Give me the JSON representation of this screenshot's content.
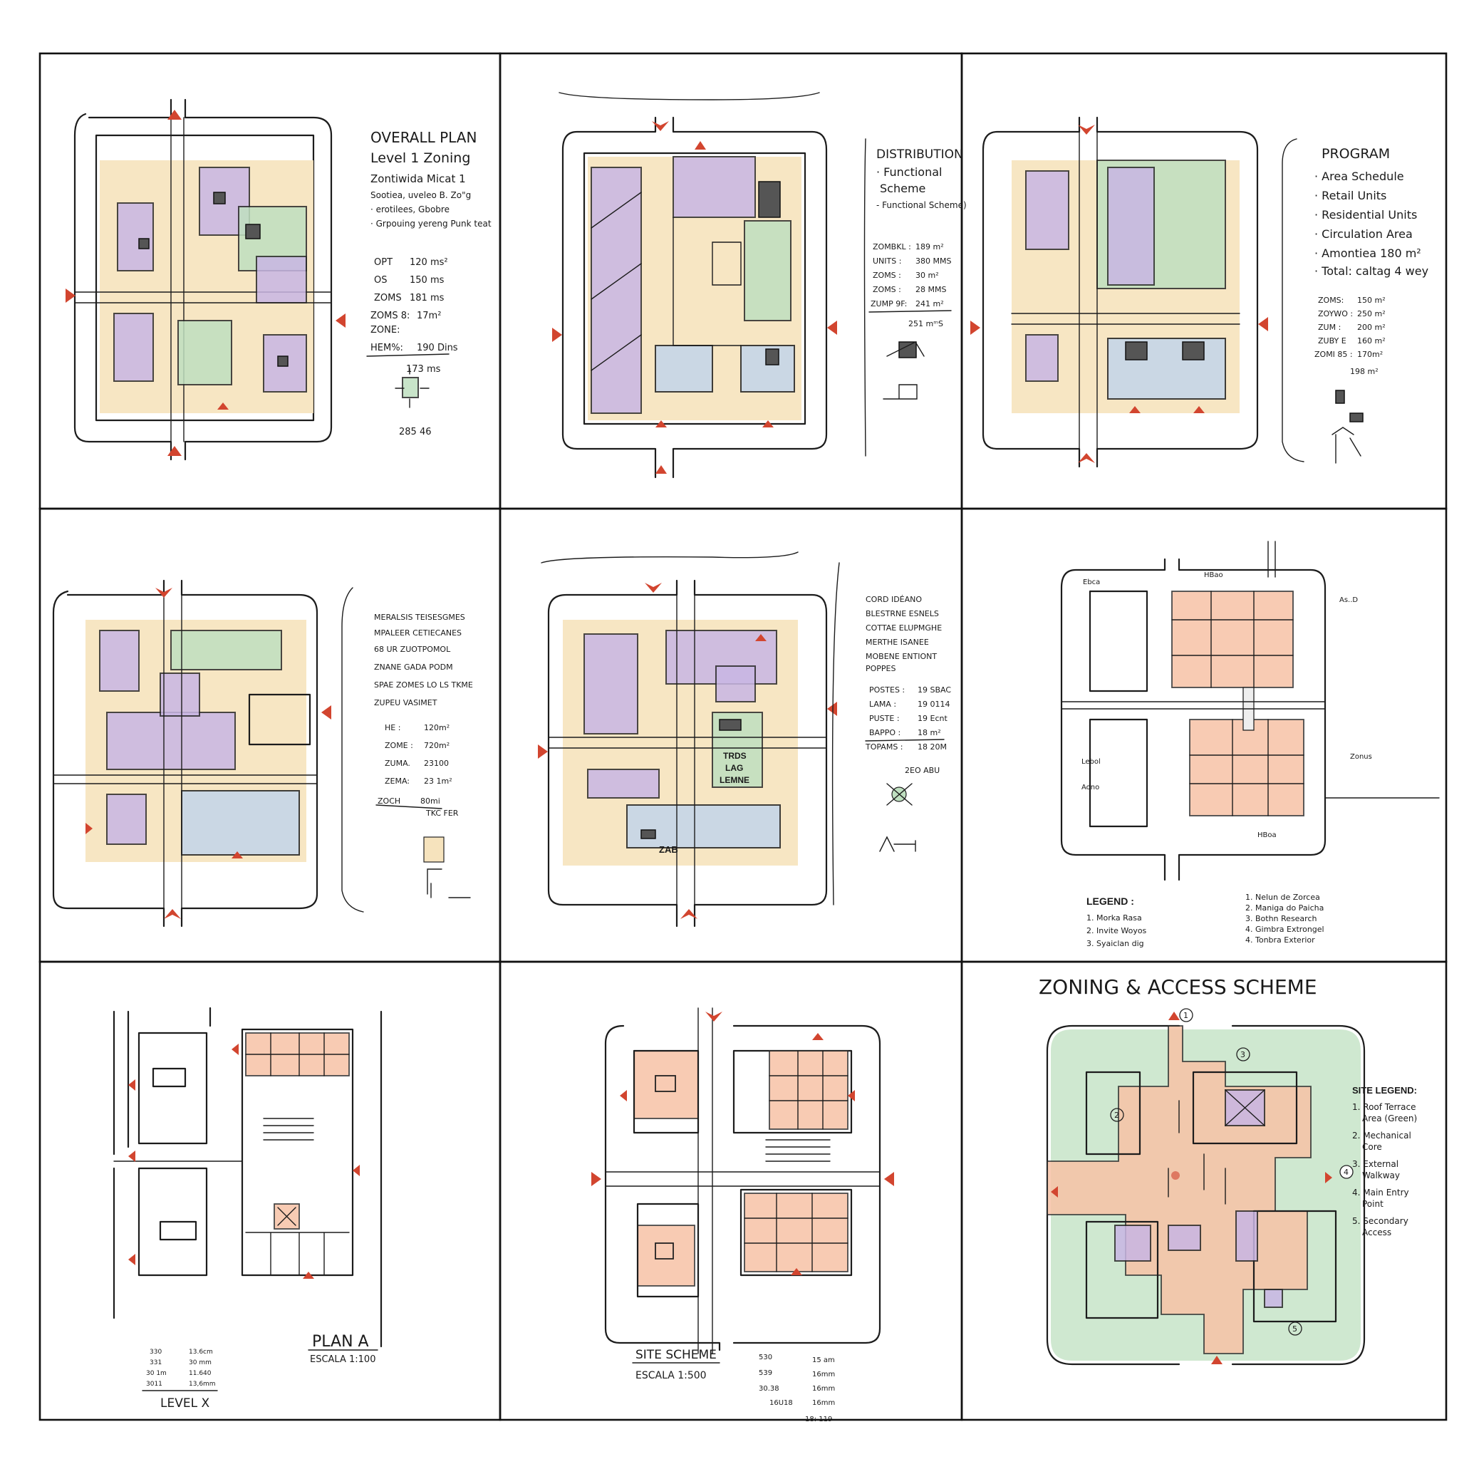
{
  "panels": {
    "p1": {
      "title": "OVERALL PLAN",
      "subtitle": "Level 1 Zoning",
      "notes": [
        "Zontiwida Micat 1",
        "Sootiea, uveleo B. Zo\"g",
        "· erotilees, Gbobre",
        "· Grpouing yereng Punk teat"
      ],
      "areas": [
        {
          "label": "OPT",
          "value": "120 ms²"
        },
        {
          "label": "OS",
          "value": "150 ms"
        },
        {
          "label": "ZOMS",
          "value": "181 ms"
        },
        {
          "label": "ZOMS 8:",
          "value": "17m²"
        },
        {
          "label": "ZONE:",
          "value": ""
        },
        {
          "label": "HEM%:",
          "value": "190 Dins"
        }
      ],
      "total": "173 ms",
      "footer": "285 46"
    },
    "p2": {
      "title": "DISTRIBUTION",
      "subtitle_lines": [
        "· Functional",
        "Scheme",
        "- Functional Scheme)"
      ],
      "areas": [
        {
          "label": "ZOMBKL :",
          "value": "189 m²"
        },
        {
          "label": "UNITS :",
          "value": "380 MMS"
        },
        {
          "label": "ZOMS :",
          "value": "30 m²"
        },
        {
          "label": "ZOMS :",
          "value": "28 MMS"
        },
        {
          "label": "ZUMP 9F:",
          "value": "241 m²"
        }
      ],
      "total": "251 mᵐS"
    },
    "p3": {
      "title": "PROGRAM",
      "items": [
        "· Area Schedule",
        "· Retail Units",
        "· Residential Units",
        "· Circulation Area",
        "· Amontiea 180 m²",
        "· Total: caltag 4 wey"
      ],
      "areas": [
        {
          "label": "ZOMS:",
          "value": "150 m²"
        },
        {
          "label": "ZOYWO :",
          "value": "250 m²"
        },
        {
          "label": "ZUM :",
          "value": "200 m²"
        },
        {
          "label": "ZUBY E",
          "value": "160 m²"
        },
        {
          "label": "ZOMI 85 :",
          "value": "170m²"
        }
      ],
      "total": "198 m²"
    },
    "p4": {
      "notes": [
        "MERALSIS TEISESGMES",
        "MPALEER CETIECANES",
        "68 UR ZUOTPOMOL",
        "ZNANE GADA PODM",
        "SPAE ZOMES LO LS TKME",
        "ZUPEU VASIMET"
      ],
      "areas": [
        {
          "label": "HE :",
          "value": "120m²"
        },
        {
          "label": "ZOME :",
          "value": "720m²"
        },
        {
          "label": "ZUMA.",
          "value": "23100"
        },
        {
          "label": "ZEMA:",
          "value": "23 1m²"
        },
        {
          "label": "ZOCH",
          "value": "80mi"
        }
      ],
      "footer": "TKC FER"
    },
    "p5": {
      "notes": [
        "CORD IDÉANO",
        "BLESTRNE ESNELS",
        "COTTAE ELUPMGHE",
        "MERTHE ISANEE",
        "MOBENE ENTIONT",
        "POPPES"
      ],
      "areas": [
        {
          "label": "POSTES :",
          "value": "19 SBAC"
        },
        {
          "label": "LAMA :",
          "value": "19 0114"
        },
        {
          "label": "PUSTE :",
          "value": "19 Ecnt"
        },
        {
          "label": "BAPPO :",
          "value": "18 m²"
        },
        {
          "label": "TOPAMS :",
          "value": "18 20M"
        }
      ],
      "footer": "2EO ABU",
      "room_label": [
        "TRDS",
        "LAG",
        "LEMNE"
      ],
      "zab_label": "ZAB"
    },
    "p6": {
      "labels": [
        "Ebca",
        "HBao",
        "As..D",
        "Zonus",
        "Lebol",
        "Aono",
        "HBoa"
      ],
      "legend_title": "LEGEND :",
      "legend_left": [
        "1. Morka Rasa",
        "2. Invite Woyos",
        "3. Syaiclan dig"
      ],
      "legend_right": [
        "1. Nelun de Zorcea",
        "2. Maniga do Paicha",
        "3. Bothn Research",
        "4. Gimbra Extrongel",
        "4. Tonbra Exterior"
      ]
    },
    "p7": {
      "title": "PLAN A",
      "subtitle": "ESCALA 1:100",
      "footer": "LEVEL X",
      "areas": [
        {
          "label": "330",
          "value": "13.6cm"
        },
        {
          "label": "331",
          "value": "30 mm"
        },
        {
          "label": "30 1m",
          "value": "11.640"
        },
        {
          "label": "3011",
          "value": "13,6mm"
        }
      ]
    },
    "p8": {
      "title": "SITE SCHEME",
      "subtitle": "ESCALA 1:500",
      "areas": [
        {
          "label": "530",
          "value": "15 am"
        },
        {
          "label": "539",
          "value": "16mm"
        },
        {
          "label": "30.38",
          "value": "16mm"
        },
        {
          "label": "16U18",
          "value": "16mm"
        }
      ],
      "extra": "18: 119"
    },
    "p9": {
      "title": "ZONING & ACCESS SCHEME",
      "legend_title": "SITE LEGEND:",
      "legend": [
        "1. Roof Terrace",
        "Area (Green)",
        "2. Mechanical",
        "Core",
        "3. External",
        "Walkway",
        "4. Main Entry",
        "Point",
        "5. Secondary",
        "Access"
      ],
      "markers": [
        "1",
        "2",
        "3",
        "4",
        "5"
      ]
    }
  },
  "colors": {
    "purple": "#c9b6e4",
    "green": "#bfe0c0",
    "tan": "#f6e3bd",
    "blue": "#c6d6e8",
    "salmon": "#f7c3a6",
    "arrow": "#d2452f"
  }
}
